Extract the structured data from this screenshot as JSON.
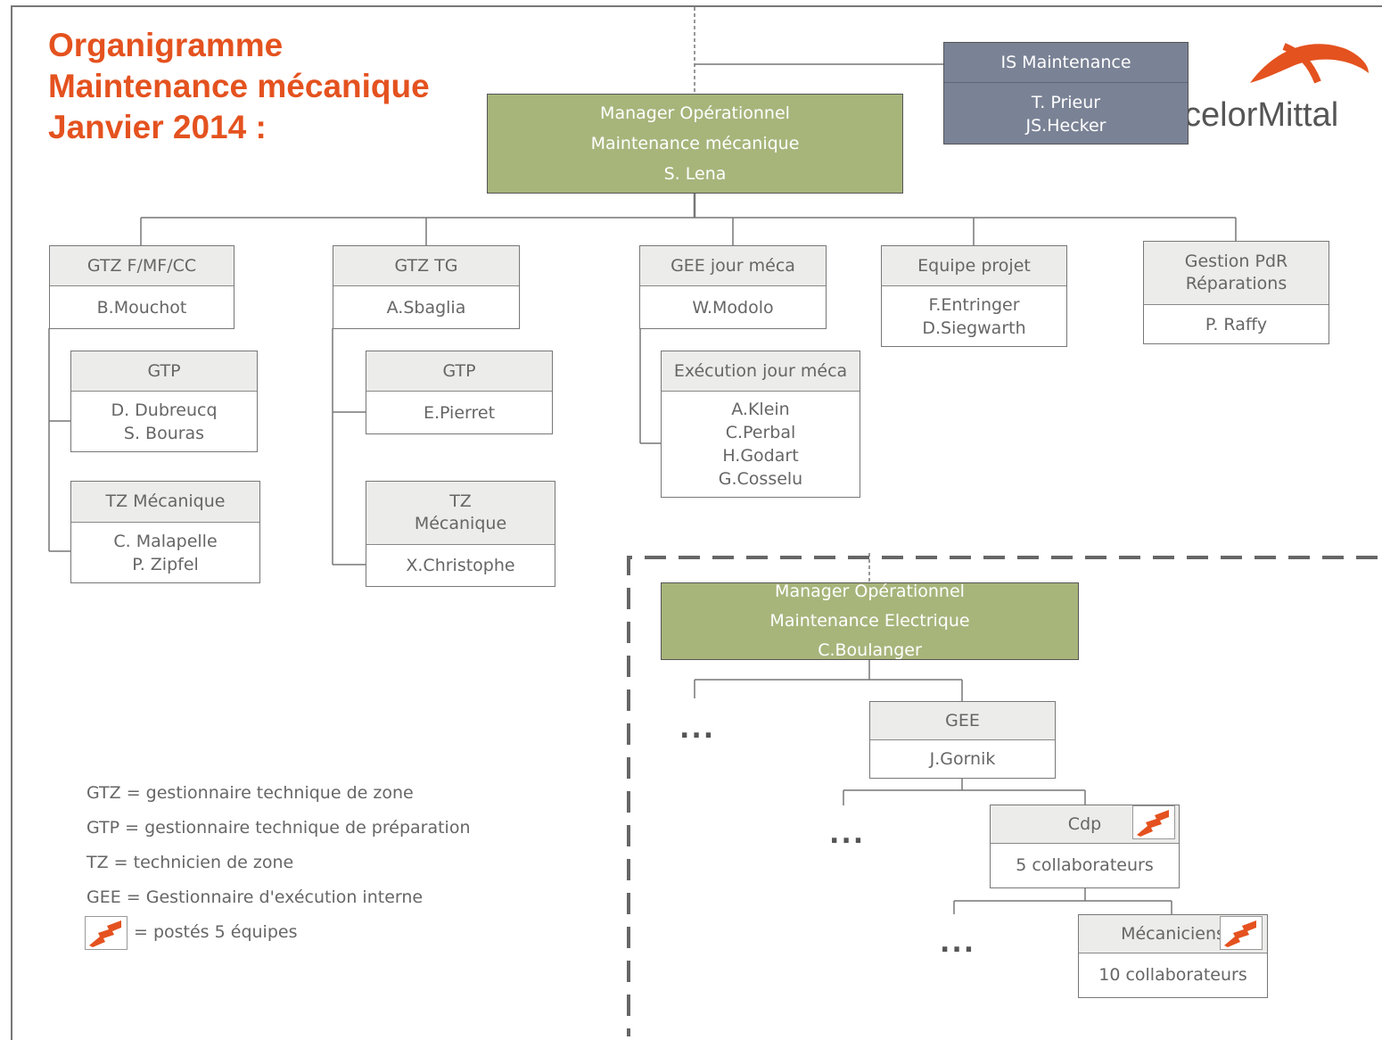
{
  "title": {
    "line1": "Organigramme",
    "line2": "Maintenance mécanique",
    "line3": "Janvier 2014 :"
  },
  "logo": {
    "text": "celorMittal",
    "color": "#e4521f"
  },
  "top_manager": {
    "line1": "Manager Opérationnel",
    "line2": "Maintenance mécanique",
    "line3": "S. Lena"
  },
  "is_maintenance": {
    "title": "IS Maintenance",
    "line1": "T. Prieur",
    "line2": "JS.Hecker"
  },
  "units": {
    "gtz_fmfcc": {
      "title": "GTZ F/MF/CC",
      "name": "B.Mouchot"
    },
    "gtp_1": {
      "title": "GTP",
      "name1": "D. Dubreucq",
      "name2": "S. Bouras"
    },
    "tz_1": {
      "title": "TZ Mécanique",
      "name1": "C. Malapelle",
      "name2": "P. Zipfel"
    },
    "gtz_tg": {
      "title": "GTZ TG",
      "name": "A.Sbaglia"
    },
    "gtp_2": {
      "title": "GTP",
      "name": "E.Pierret"
    },
    "tz_2": {
      "title1": "TZ",
      "title2": "Mécanique",
      "name": "X.Christophe"
    },
    "gee_jour": {
      "title": "GEE jour méca",
      "name": "W.Modolo"
    },
    "execution": {
      "title": "Exécution jour méca",
      "name1": "A.Klein",
      "name2": "C.Perbal",
      "name3": "H.Godart",
      "name4": "G.Cosselu"
    },
    "equipe_projet": {
      "title": "Equipe projet",
      "name1": "F.Entringer",
      "name2": "D.Siegwarth"
    },
    "gestion_pdr": {
      "title1": "Gestion PdR",
      "title2": "Réparations",
      "name": "P. Raffy"
    }
  },
  "electric": {
    "manager": {
      "line1": "Manager Opérationnel",
      "line2": "Maintenance Electrique",
      "line3": "C.Boulanger"
    },
    "gee": {
      "title": "GEE",
      "name": "J.Gornik"
    },
    "cdp": {
      "title": "Cdp",
      "name": "5 collaborateurs"
    },
    "mecaniciens": {
      "title": "Mécaniciens",
      "name": "10 collaborateurs"
    },
    "ellipsis": "..."
  },
  "legend": {
    "gtz": "GTZ = gestionnaire technique de zone",
    "gtp": "GTP = gestionnaire technique de préparation",
    "tz": "TZ  = technicien de zone",
    "gee": "GEE = Gestionnaire d'exécution interne",
    "badge": "= postés 5 équipes"
  }
}
